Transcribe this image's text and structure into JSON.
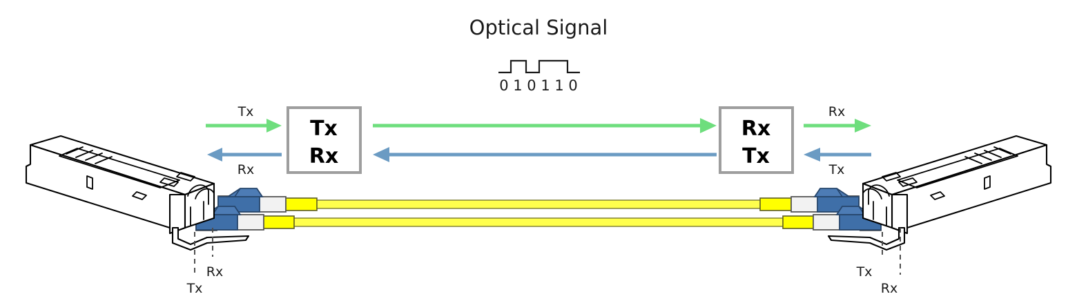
{
  "title": "Optical Signal",
  "signal": {
    "bits": "0 1 0 1 1 0",
    "bit_sequence": [
      0,
      1,
      0,
      1,
      1,
      0
    ],
    "waveform_label": "square-wave"
  },
  "colors": {
    "tx_green": "#6ede7d",
    "rx_blue": "#6b9bc3",
    "box_border": "#9e9e9e",
    "fiber_yellow": "#ffff4d",
    "connector_blue": "#3f6fa8",
    "connector_body": "#eeeeee",
    "line_black": "#000000",
    "leader_gray": "#4d4d4d",
    "text": "#1a1a1a"
  },
  "left_box": {
    "line1": "Tx",
    "line2": "Rx"
  },
  "right_box": {
    "line1": "Rx",
    "line2": "Tx"
  },
  "left_arrows": {
    "outer_top": "Tx",
    "outer_bottom": "Rx"
  },
  "right_arrows": {
    "outer_top": "Rx",
    "outer_bottom": "Tx"
  },
  "left_module": {
    "port_label_a": "Tx",
    "port_label_b": "Rx"
  },
  "right_module": {
    "port_label_a": "Tx",
    "port_label_b": "Rx"
  }
}
